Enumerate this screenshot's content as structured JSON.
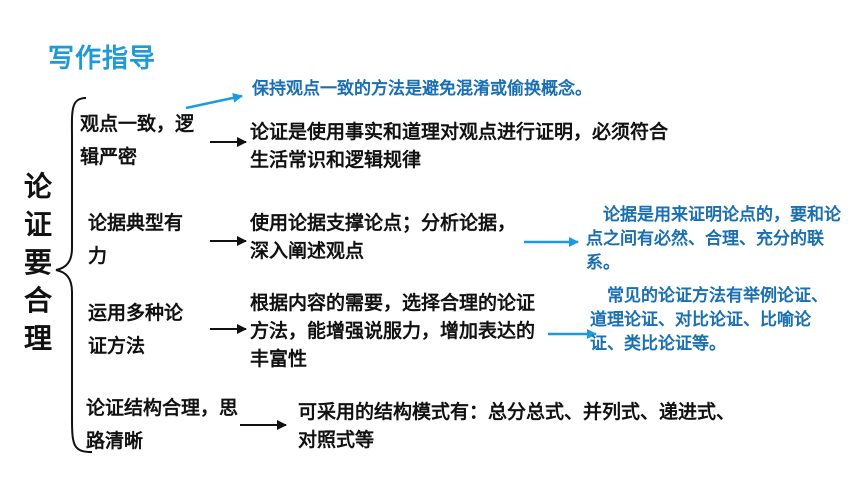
{
  "header": {
    "title": "写作指导"
  },
  "root": {
    "label": "论证要合理"
  },
  "branches": [
    {
      "label": "观点一致，逻辑严密",
      "description": "论证是使用事实和道理对观点进行证明，必须符合生活常识和逻辑规律",
      "note": "保持观点一致的方法是避免混淆或偷换概念。"
    },
    {
      "label": "论据典型有力",
      "description": "使用论据支撑论点；分析论据，深入阐述观点",
      "note": "　论据是用来证明论点的，要和论点之间有必然、合理、充分的联系。"
    },
    {
      "label": "运用多种论证方法",
      "description": "根据内容的需要，选择合理的论证方法，能增强说服力，增加表达的丰富性",
      "note": "　常见的论证方法有举例论证、道理论证、对比论证、比喻论证、类比论证等。"
    },
    {
      "label": "论证结构合理，思路清晰",
      "description": "可采用的结构模式有：总分总式、并列式、递进式、对照式等"
    }
  ],
  "colors": {
    "title": "#1f9ad6",
    "note": "#1a6fb0",
    "blue_arrow": "#1c9be2",
    "black_arrow": "#111111"
  }
}
